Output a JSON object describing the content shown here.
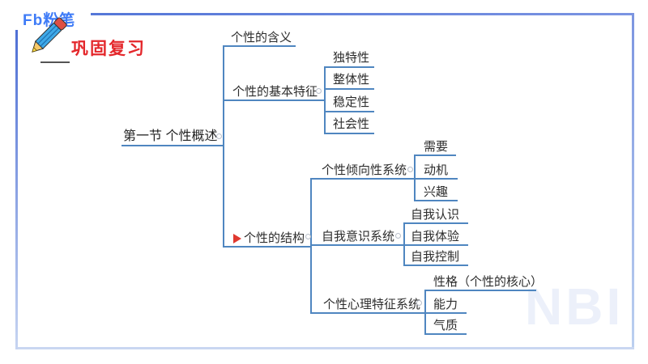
{
  "header": {
    "logo_text": "Fb粉笔",
    "section_title": "巩固复习"
  },
  "watermark_text": "NBI",
  "colors": {
    "accent_red": "#e4272b",
    "logo_blue": "#3e7bf7",
    "map_line_blue": "#4f86c0",
    "frame_blue": "#5577d8",
    "flag_red": "#e0392f"
  },
  "mindmap": {
    "root": {
      "label": "第一节 个性概述"
    },
    "n1": {
      "label": "个性的含义"
    },
    "n2": {
      "label": "个性的基本特征",
      "children": [
        {
          "label": "独特性"
        },
        {
          "label": "整体性"
        },
        {
          "label": "稳定性"
        },
        {
          "label": "社会性"
        }
      ]
    },
    "n3": {
      "label": "个性的结构",
      "marker": "red-flag",
      "children": [
        {
          "label": "个性倾向性系统",
          "children": [
            {
              "label": "需要"
            },
            {
              "label": "动机"
            },
            {
              "label": "兴趣"
            }
          ]
        },
        {
          "label": "自我意识系统",
          "children": [
            {
              "label": "自我认识"
            },
            {
              "label": "自我体验"
            },
            {
              "label": "自我控制"
            }
          ]
        },
        {
          "label": "个性心理特征系统",
          "children": [
            {
              "label": "性格（个性的核心）"
            },
            {
              "label": "能力"
            },
            {
              "label": "气质"
            }
          ]
        }
      ]
    }
  }
}
